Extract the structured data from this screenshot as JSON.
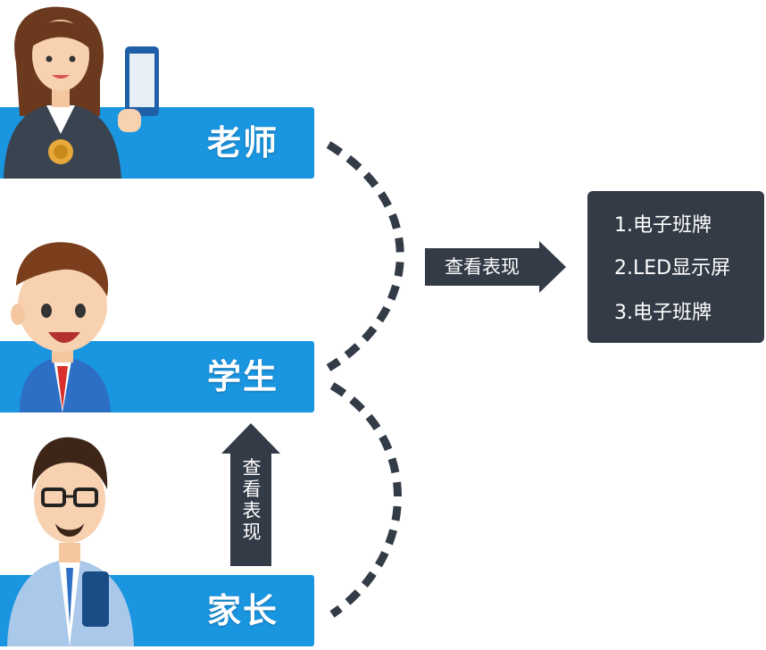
{
  "roles": [
    {
      "id": "teacher",
      "label": "老师"
    },
    {
      "id": "student",
      "label": "学生"
    },
    {
      "id": "parent",
      "label": "家长"
    }
  ],
  "view_arrow_label": "查看表现",
  "parent_arrow_label": [
    "查",
    "看",
    "表",
    "现"
  ],
  "display_list": [
    "1.电子班牌",
    "2.LED显示屏",
    "3.电子班牌"
  ],
  "colors": {
    "role_bar": "#1a95e0",
    "dark_box": "#333b47",
    "dash": "#333b47"
  }
}
